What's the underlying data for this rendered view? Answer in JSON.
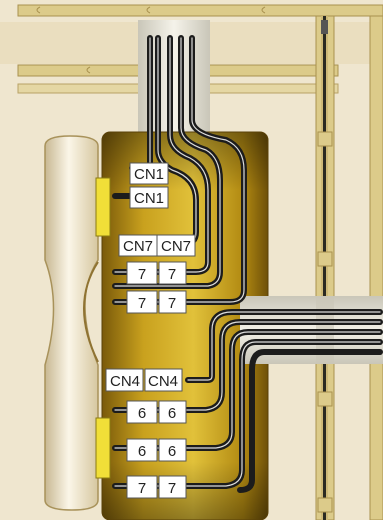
{
  "labels": {
    "cn1_top": "CN1",
    "cn1_bottom": "CN1",
    "cn7_left": "CN7",
    "cn7_right": "CN7",
    "row1": [
      "7",
      "7"
    ],
    "row2": [
      "7",
      "7"
    ],
    "cn4_left": "CN4",
    "cn4_right": "CN4",
    "row3": [
      "6",
      "6"
    ],
    "row4": [
      "6",
      "6"
    ],
    "row5": [
      "7",
      "7"
    ]
  },
  "colors": {
    "background": "#efe6cf",
    "wood_frame": "#dccb8a",
    "wood_edge": "#a9924f",
    "panel_gold": "#c9a11e",
    "panel_dark": "#7a5a0a",
    "cable_dark": "#1c1c1c",
    "cable_light": "#dcdcdc",
    "connector_yellow": "#f1df38",
    "label_box": "#ffffff"
  }
}
